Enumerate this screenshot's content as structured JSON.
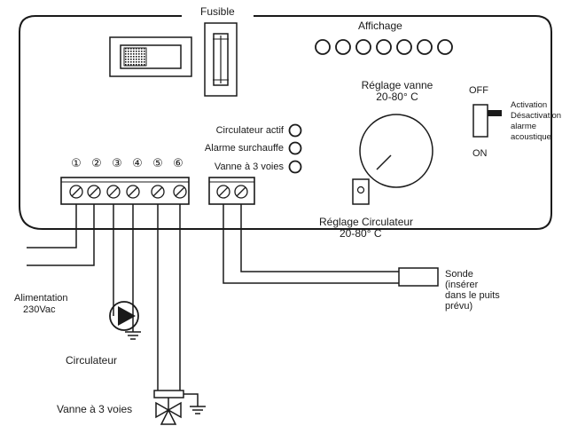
{
  "labels": {
    "fusible": "Fusible",
    "affichage": "Affichage",
    "reglage_vanne": "Réglage vanne",
    "reglage_vanne_range": "20-80° C",
    "off": "OFF",
    "on": "ON",
    "activation": "Activation",
    "desactivation": "Désactivation",
    "alarme": "alarme",
    "acoustique": "acoustique",
    "circulateur_actif": "Circulateur actif",
    "alarme_surchauffe": "Alarme surchauffe",
    "vanne_3_voies_led": "Vanne à 3 voies",
    "reglage_circulateur": "Réglage Circulateur",
    "reglage_circulateur_range": "20-80° C",
    "sonde": "Sonde",
    "sonde_note": "(insérer\ndans le puits\nprévu)",
    "alimentation": "Alimentation",
    "alimentation_voltage": "230Vac",
    "circulateur": "Circulateur",
    "vanne_3_voies": "Vanne à 3 voies"
  },
  "terminals": [
    "①",
    "②",
    "③",
    "④",
    "⑤",
    "⑥"
  ],
  "display_led_count": 7,
  "colors": {
    "line": "#1a1a1a",
    "fill": "#ffffff"
  }
}
